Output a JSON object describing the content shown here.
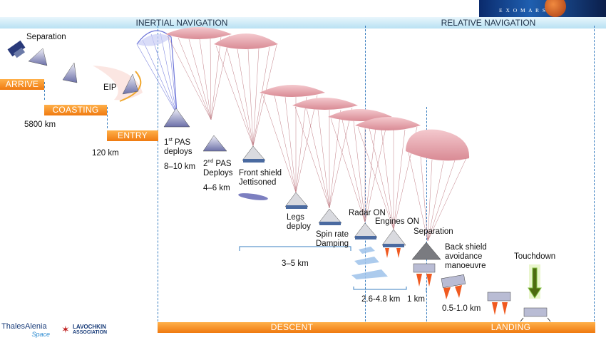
{
  "header": {
    "inertial_label": "INERTIAL NAVIGATION",
    "relative_label": "RELATIVE NAVIGATION",
    "logo_text": "E X O M A R S"
  },
  "phases": {
    "arrive": "ARRIVE",
    "coasting": "COASTING",
    "entry": "ENTRY",
    "descent": "DESCENT",
    "landing": "LANDING"
  },
  "events": {
    "separation_top": "Separation",
    "eip": "EIP",
    "first_pas_num": "1",
    "first_pas_sup": "st",
    "first_pas_rest": " PAS",
    "first_pas_line2": "deploys",
    "second_pas_num": "2",
    "second_pas_sup": "nd",
    "second_pas_rest": " PAS",
    "second_pas_line2": "Deploys",
    "front_shield_line1": "Front shield",
    "front_shield_line2": "Jettisoned",
    "legs_line1": "Legs",
    "legs_line2": "deploy",
    "spin_line1": "Spin rate",
    "spin_line2": "Damping",
    "radar_on": "Radar ON",
    "engines_on": "Engines ON",
    "separation_mid": "Separation",
    "back_shield_line1": "Back shield",
    "back_shield_line2": "avoidance",
    "back_shield_line3": "manoeuvre",
    "touchdown": "Touchdown"
  },
  "altitudes": {
    "coast_dist": "5800 km",
    "entry_alt": "120 km",
    "pas1_alt": "8–10 km",
    "pas2_alt": "4–6 km",
    "spin_range": "3–5 km",
    "radar_range": "2.6-4.8 km",
    "sep_alt": "1 km",
    "back_alt": "0.5-1.0 km"
  },
  "logos": {
    "thales_line1": "ThalesAlenia",
    "thales_line2": "Space",
    "lavochkin_line1": "LAVOCHKIN",
    "lavochkin_line2": "ASSOCIATION"
  },
  "colors": {
    "phase_orange": "#f28a1e",
    "nav_band": "#bde3f5",
    "canopy": "#e7a7ae",
    "pilot_chute": "#6c74d8",
    "dash_blue": "#3a7fc0",
    "touchdown_green": "#7fbf3f"
  }
}
